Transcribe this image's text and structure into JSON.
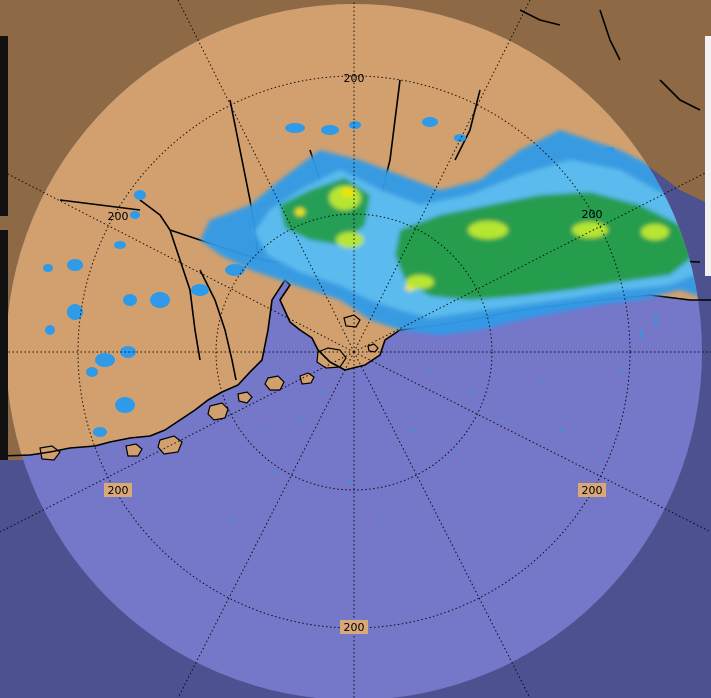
{
  "map": {
    "range_labels": [
      {
        "id": "north-ring-1",
        "text": "200"
      },
      {
        "id": "west-ring-1",
        "text": "200"
      },
      {
        "id": "east-ring-1",
        "text": "200"
      },
      {
        "id": "south-west-ring-2",
        "text": "200"
      },
      {
        "id": "south-east-ring-2",
        "text": "200"
      },
      {
        "id": "south-ring-2",
        "text": "200"
      }
    ],
    "colors": {
      "land_inside": "#d2a06e",
      "land_outside": "#8d6a45",
      "sea_inside": "#7577c9",
      "sea_outside": "#4e5190",
      "coastline": "#000000",
      "range_ring": "#000000",
      "label_background": "#d9a878",
      "echo_light": "#2f9be8",
      "echo_light_2": "#5fc0f0",
      "echo_moderate": "#1f9a3c",
      "echo_heavy": "#b6e632",
      "echo_intense": "#f0e400"
    }
  }
}
